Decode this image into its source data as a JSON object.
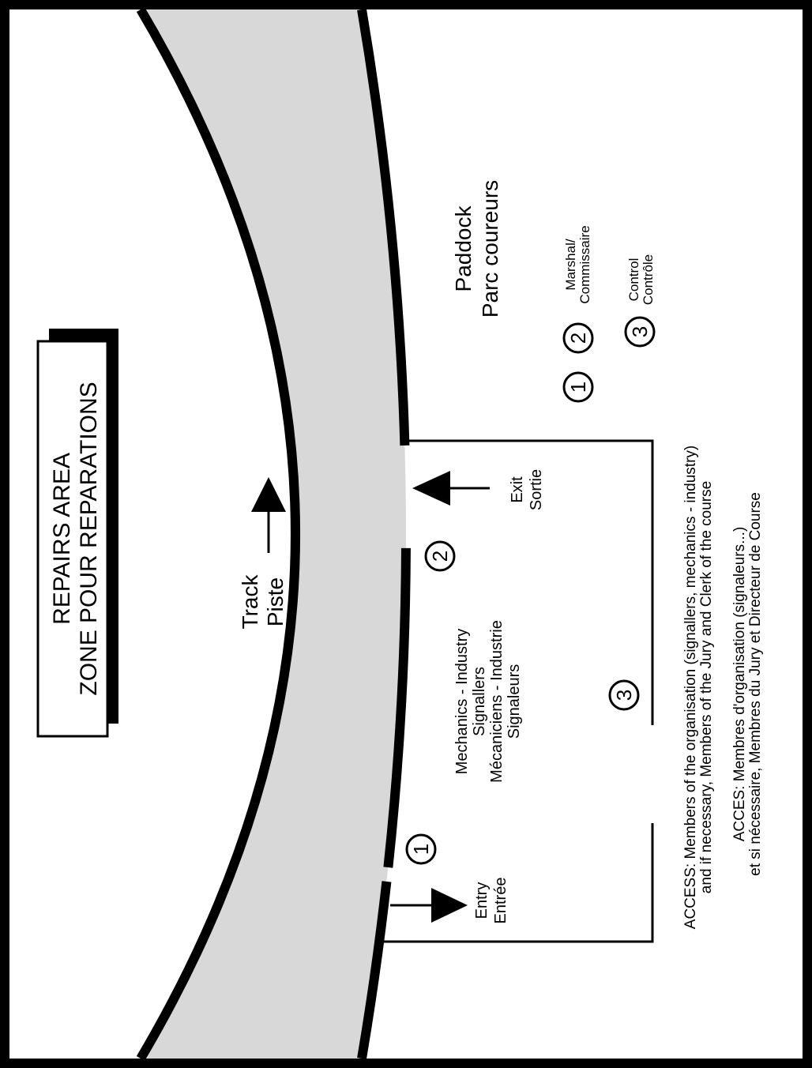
{
  "colors": {
    "ink": "#000000",
    "track_fill": "#d8d8d8",
    "paper": "#ffffff"
  },
  "repairs_box": {
    "line1": "REPAIRS AREA",
    "line2": "ZONE POUR REPARATIONS"
  },
  "track": {
    "line1": "Track",
    "line2": "Piste",
    "direction": "arrow-right-icon"
  },
  "paddock": {
    "line1": "Paddock",
    "line2": "Parc coureurs"
  },
  "legend": {
    "item1": {
      "number": "1",
      "text": ""
    },
    "item2": {
      "number": "2",
      "line1": "Marshal/",
      "line2": "Commissaire"
    },
    "item3": {
      "number": "3",
      "line1": "Control",
      "line2": "Contrôle"
    }
  },
  "exit": {
    "line1": "Exit",
    "line2": "Sortie"
  },
  "entry": {
    "line1": "Entry",
    "line2": "Entrée"
  },
  "zone_label": {
    "line1": "Mechanics - Industry",
    "line2": "Signallers",
    "line3": "Mécaniciens - Industrie",
    "line4": "Signaleurs"
  },
  "markers": {
    "entry_marker": "1",
    "exit_marker": "2",
    "control_marker": "3"
  },
  "access": {
    "en_line1": "ACCESS: Members of the organisation (signallers, mechanics - industry)",
    "en_line2": "and if necessary, Members of the Jury and Clerk of the course",
    "fr_line1": "ACCES: Membres d'organisation (signaleurs...)",
    "fr_line2": "et si nécessaire, Membres du Jury et Directeur de Course"
  }
}
